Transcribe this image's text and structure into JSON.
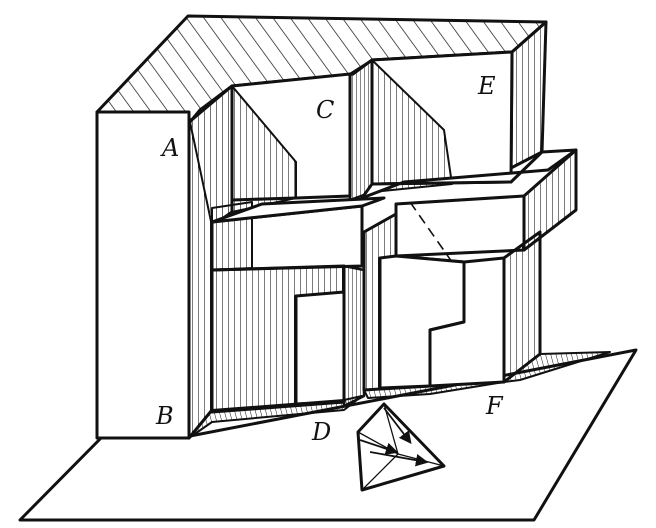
{
  "labels": {
    "a": "A",
    "b": "B",
    "c": "C",
    "d": "D",
    "e": "E",
    "f": "F"
  },
  "colors": {
    "ink": "#111111",
    "paper": "#ffffff"
  }
}
